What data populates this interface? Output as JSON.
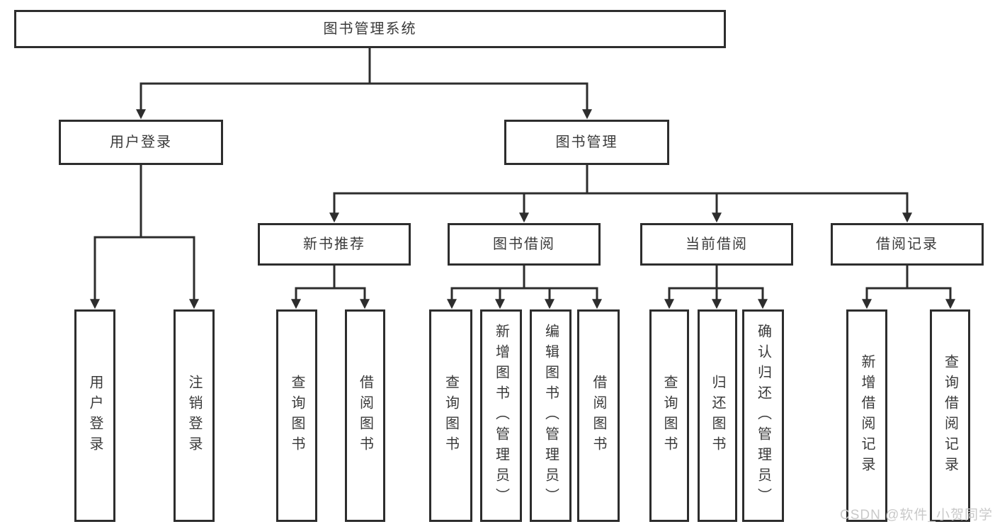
{
  "diagram": {
    "root": {
      "label": "图书管理系统"
    },
    "branches": [
      {
        "label": "用户登录",
        "children": [
          {
            "label": "用户登录"
          },
          {
            "label": "注销登录"
          }
        ]
      },
      {
        "label": "图书管理",
        "children": [
          {
            "label": "新书推荐",
            "children": [
              {
                "label": "查询图书"
              },
              {
                "label": "借阅图书"
              }
            ]
          },
          {
            "label": "图书借阅",
            "children": [
              {
                "label": "查询图书"
              },
              {
                "label": "新增图书（管理员）"
              },
              {
                "label": "编辑图书（管理员）"
              },
              {
                "label": "借阅图书"
              }
            ]
          },
          {
            "label": "当前借阅",
            "children": [
              {
                "label": "查询图书"
              },
              {
                "label": "归还图书"
              },
              {
                "label": "确认归还（管理员）"
              }
            ]
          },
          {
            "label": "借阅记录",
            "children": [
              {
                "label": "新增借阅记录"
              },
              {
                "label": "查询借阅记录"
              }
            ]
          }
        ]
      }
    ]
  },
  "watermark": {
    "text": "CSDN @软件_小贺同学",
    "color": "#c9c9c9"
  },
  "colors": {
    "line": "#2d2d2d",
    "text": "#3a3a3a",
    "box_background": "#ffffff",
    "page_background": "#ffffff"
  }
}
